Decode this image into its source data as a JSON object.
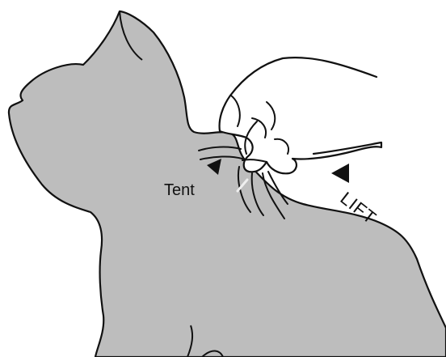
{
  "labels": {
    "tent": "Tent",
    "lift": "LIFT"
  },
  "colors": {
    "cat_fill": "#bdbdbd",
    "outline": "#111111",
    "hand_fill": "#ffffff",
    "arrow": "#111111",
    "background": "#ffffff"
  },
  "icons": {
    "tent_arrow": "triangle-arrow-down-right",
    "lift_arrow": "triangle-arrow-left"
  }
}
